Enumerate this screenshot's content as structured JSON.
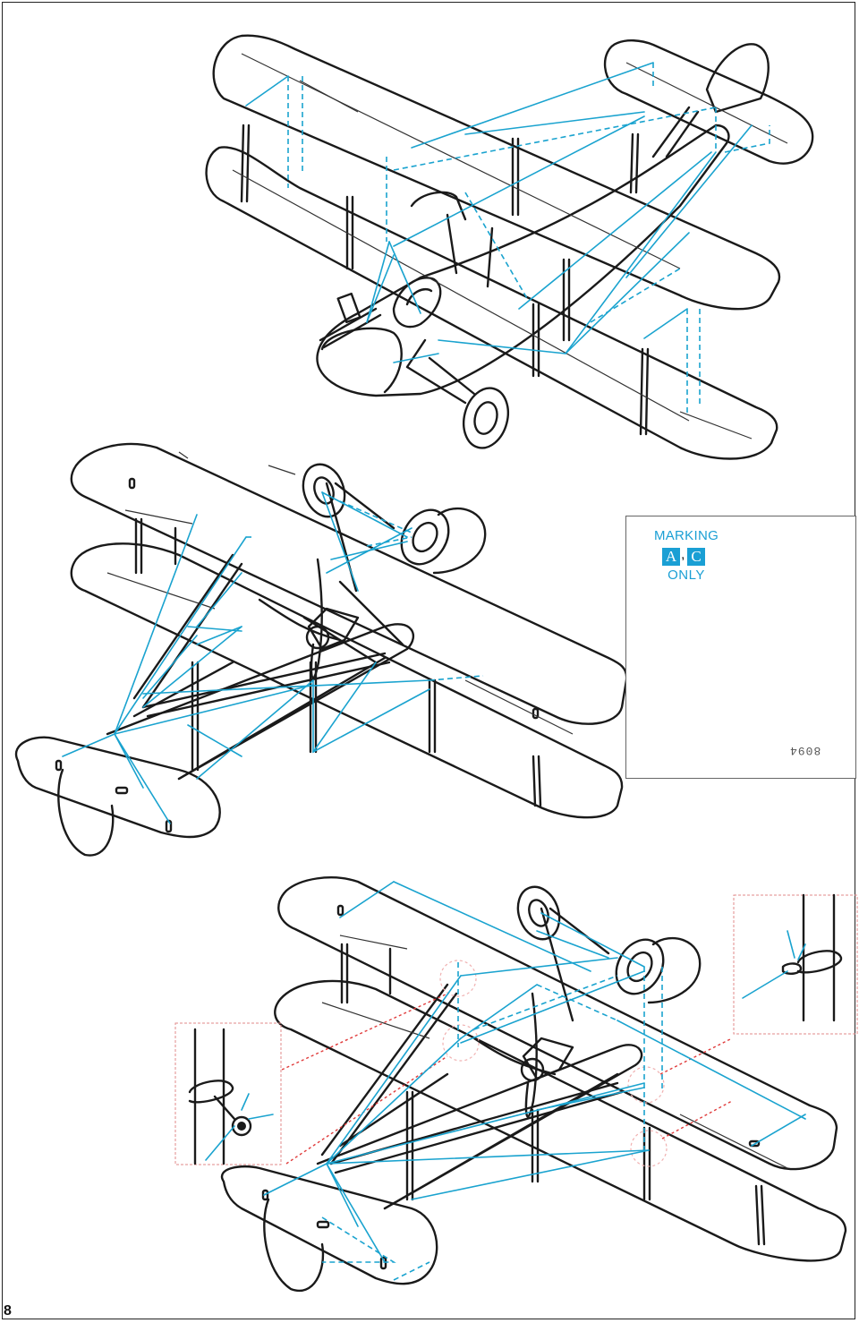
{
  "page": {
    "number": "8"
  },
  "marking_note": {
    "title": "MARKING",
    "badge_a": "A",
    "separator": ",",
    "badge_c": "C",
    "suffix": "ONLY"
  },
  "fret": {
    "part_number": "8094"
  },
  "colors": {
    "rigging_wire": "#1aa3cf",
    "callout_red": "#e03b3b",
    "outline": "#1a1a1a",
    "highlight_part": "#7fc4ee"
  }
}
